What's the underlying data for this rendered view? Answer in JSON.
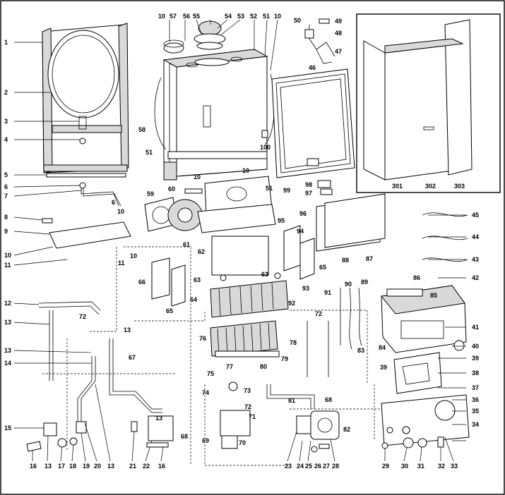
{
  "diagram": {
    "labels": [
      {
        "id": "1",
        "t": "1"
      },
      {
        "id": "2",
        "t": "2"
      },
      {
        "id": "3",
        "t": "3"
      },
      {
        "id": "4",
        "t": "4"
      },
      {
        "id": "5",
        "t": "5"
      },
      {
        "id": "6a",
        "t": "6"
      },
      {
        "id": "7",
        "t": "7"
      },
      {
        "id": "6b",
        "t": "6"
      },
      {
        "id": "8",
        "t": "8"
      },
      {
        "id": "9",
        "t": "9"
      },
      {
        "id": "10a",
        "t": "10"
      },
      {
        "id": "10b",
        "t": "10"
      },
      {
        "id": "11a",
        "t": "11"
      },
      {
        "id": "11b",
        "t": "11"
      },
      {
        "id": "10c",
        "t": "10"
      },
      {
        "id": "57",
        "t": "57"
      },
      {
        "id": "56",
        "t": "56"
      },
      {
        "id": "55",
        "t": "55"
      },
      {
        "id": "54",
        "t": "54"
      },
      {
        "id": "53",
        "t": "53"
      },
      {
        "id": "52",
        "t": "52"
      },
      {
        "id": "51a",
        "t": "51"
      },
      {
        "id": "10d",
        "t": "10"
      },
      {
        "id": "58",
        "t": "58"
      },
      {
        "id": "51b",
        "t": "51"
      },
      {
        "id": "10e",
        "t": "10"
      },
      {
        "id": "10f",
        "t": "10"
      },
      {
        "id": "100",
        "t": "100"
      },
      {
        "id": "51c",
        "t": "51"
      },
      {
        "id": "50",
        "t": "50"
      },
      {
        "id": "49",
        "t": "49"
      },
      {
        "id": "48",
        "t": "48"
      },
      {
        "id": "47",
        "t": "47"
      },
      {
        "id": "46",
        "t": "46"
      },
      {
        "id": "99",
        "t": "99"
      },
      {
        "id": "98",
        "t": "98"
      },
      {
        "id": "97",
        "t": "97"
      },
      {
        "id": "301",
        "t": "301"
      },
      {
        "id": "302",
        "t": "302"
      },
      {
        "id": "303",
        "t": "303"
      },
      {
        "id": "59",
        "t": "59"
      },
      {
        "id": "60",
        "t": "60"
      },
      {
        "id": "61",
        "t": "61"
      },
      {
        "id": "95",
        "t": "95"
      },
      {
        "id": "62",
        "t": "62"
      },
      {
        "id": "94",
        "t": "94"
      },
      {
        "id": "65a",
        "t": "65"
      },
      {
        "id": "96",
        "t": "96"
      },
      {
        "id": "87",
        "t": "87"
      },
      {
        "id": "45",
        "t": "45"
      },
      {
        "id": "44",
        "t": "44"
      },
      {
        "id": "43",
        "t": "43"
      },
      {
        "id": "88",
        "t": "88"
      },
      {
        "id": "86",
        "t": "86"
      },
      {
        "id": "42",
        "t": "42"
      },
      {
        "id": "66",
        "t": "66"
      },
      {
        "id": "63a",
        "t": "63"
      },
      {
        "id": "63b",
        "t": "63"
      },
      {
        "id": "93",
        "t": "93"
      },
      {
        "id": "65b",
        "t": "65"
      },
      {
        "id": "64",
        "t": "64"
      },
      {
        "id": "92",
        "t": "92"
      },
      {
        "id": "91",
        "t": "91"
      },
      {
        "id": "90",
        "t": "90"
      },
      {
        "id": "89",
        "t": "89"
      },
      {
        "id": "85",
        "t": "85"
      },
      {
        "id": "12",
        "t": "12"
      },
      {
        "id": "72a",
        "t": "72"
      },
      {
        "id": "13a",
        "t": "13"
      },
      {
        "id": "13b",
        "t": "13"
      },
      {
        "id": "72b",
        "t": "72"
      },
      {
        "id": "76",
        "t": "76"
      },
      {
        "id": "78",
        "t": "78"
      },
      {
        "id": "83",
        "t": "83"
      },
      {
        "id": "84",
        "t": "84"
      },
      {
        "id": "41",
        "t": "41"
      },
      {
        "id": "40",
        "t": "40"
      },
      {
        "id": "13c",
        "t": "13"
      },
      {
        "id": "67",
        "t": "67"
      },
      {
        "id": "14",
        "t": "14"
      },
      {
        "id": "79",
        "t": "79"
      },
      {
        "id": "77",
        "t": "77"
      },
      {
        "id": "80",
        "t": "80"
      },
      {
        "id": "39a",
        "t": "39"
      },
      {
        "id": "39b",
        "t": "39"
      },
      {
        "id": "38",
        "t": "38"
      },
      {
        "id": "75",
        "t": "75"
      },
      {
        "id": "74",
        "t": "74"
      },
      {
        "id": "73",
        "t": "73"
      },
      {
        "id": "81",
        "t": "81"
      },
      {
        "id": "68a",
        "t": "68"
      },
      {
        "id": "37",
        "t": "37"
      },
      {
        "id": "72c",
        "t": "72"
      },
      {
        "id": "36",
        "t": "36"
      },
      {
        "id": "35",
        "t": "35"
      },
      {
        "id": "71",
        "t": "71"
      },
      {
        "id": "15",
        "t": "15"
      },
      {
        "id": "68b",
        "t": "68"
      },
      {
        "id": "69",
        "t": "69"
      },
      {
        "id": "70",
        "t": "70"
      },
      {
        "id": "82",
        "t": "82"
      },
      {
        "id": "34",
        "t": "34"
      },
      {
        "id": "13d",
        "t": "13"
      },
      {
        "id": "16a",
        "t": "16"
      },
      {
        "id": "13e",
        "t": "13"
      },
      {
        "id": "17",
        "t": "17"
      },
      {
        "id": "18",
        "t": "18"
      },
      {
        "id": "19",
        "t": "19"
      },
      {
        "id": "20",
        "t": "20"
      },
      {
        "id": "13f",
        "t": "13"
      },
      {
        "id": "21",
        "t": "21"
      },
      {
        "id": "22",
        "t": "22"
      },
      {
        "id": "16b",
        "t": "16"
      },
      {
        "id": "23",
        "t": "23"
      },
      {
        "id": "24",
        "t": "24"
      },
      {
        "id": "25",
        "t": "25"
      },
      {
        "id": "26",
        "t": "26"
      },
      {
        "id": "27",
        "t": "27"
      },
      {
        "id": "28",
        "t": "28"
      },
      {
        "id": "29",
        "t": "29"
      },
      {
        "id": "30",
        "t": "30"
      },
      {
        "id": "31",
        "t": "31"
      },
      {
        "id": "32",
        "t": "32"
      },
      {
        "id": "33",
        "t": "33"
      }
    ]
  }
}
